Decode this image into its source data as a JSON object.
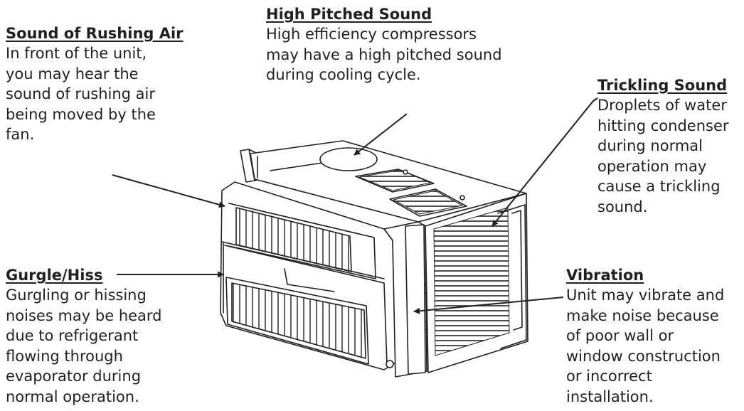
{
  "callouts": {
    "rushing_air": {
      "title": "Sound of Rushing Air",
      "body": "In front of the unit,\nyou may hear the\nsound of rushing air\nbeing moved by the\nfan."
    },
    "high_pitched": {
      "title": "High Pitched Sound",
      "body": "High efficiency compressors\nmay have a high pitched sound\nduring cooling cycle."
    },
    "trickling": {
      "title": "Trickling Sound",
      "body": "Droplets of water\nhitting condenser\nduring normal\noperation may\ncause a trickling\nsound."
    },
    "gurgle": {
      "title": "Gurgle/Hiss",
      "body": "Gurgling or hissing\nnoises may be heard\ndue to refrigerant\nflowing through\nevaporator during\nnormal operation."
    },
    "vibration": {
      "title": "Vibration",
      "body": "Unit may vibrate and\nmake noise because\nof poor wall or\nwindow construction\nor incorrect\ninstallation."
    }
  },
  "illustration": {
    "subject": "window air conditioner unit",
    "line_color": "#231f20"
  }
}
